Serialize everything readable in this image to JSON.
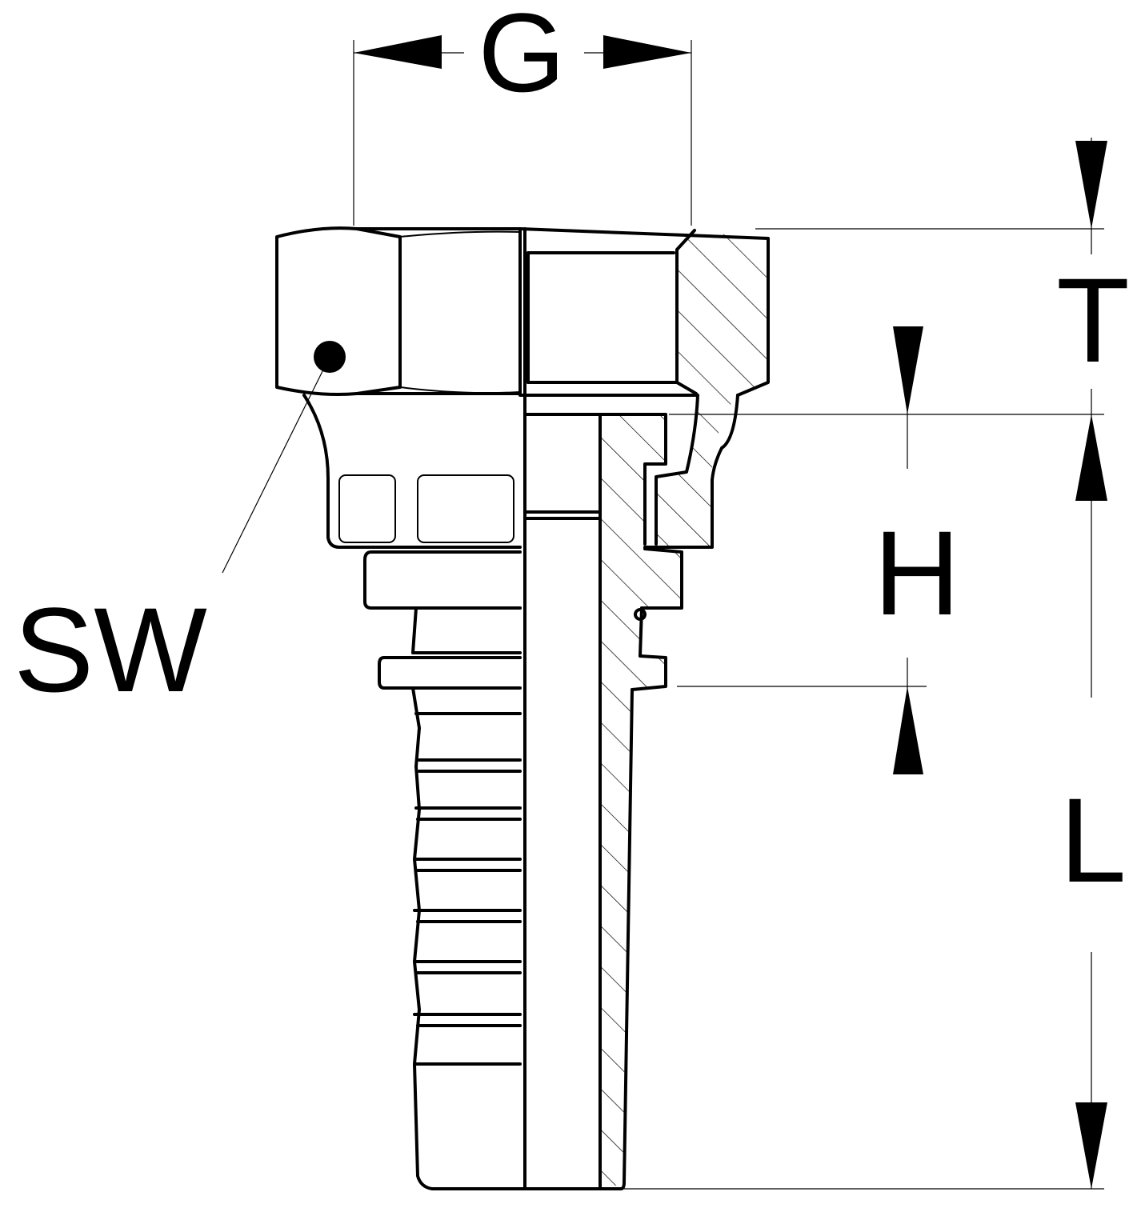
{
  "dimensions": {
    "g_label": "G",
    "t_label": "T",
    "h_label": "H",
    "l_label": "L",
    "sw_label": "SW"
  },
  "colors": {
    "line": "#000000",
    "background": "#ffffff"
  }
}
